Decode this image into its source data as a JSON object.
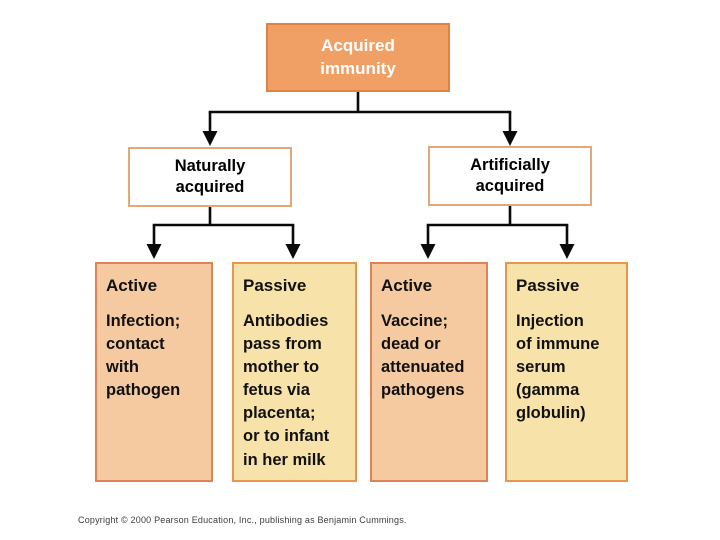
{
  "colors": {
    "root-fill": "#F0A064",
    "root-border": "#E08244",
    "root-text": "#FFFFFF",
    "branch-fill": "#FFFFFF",
    "branch-border": "#E2A878",
    "active-fill": "#F5CAA0",
    "active-border": "#DE8258",
    "passive-fill": "#F7E2AA",
    "passive-border": "#E8964C",
    "line": "#0A0A0A"
  },
  "diagram": {
    "root": {
      "label": "Acquired\nimmunity"
    },
    "branches": [
      {
        "label": "Naturally\nacquired"
      },
      {
        "label": "Artificially\nacquired"
      }
    ],
    "leaves": [
      {
        "heading": "Active",
        "body": "Infection;\ncontact\nwith\npathogen",
        "variant": "active"
      },
      {
        "heading": "Passive",
        "body": "Antibodies\npass from\nmother to\nfetus via\nplacenta;\nor to infant\nin her milk",
        "variant": "passive"
      },
      {
        "heading": "Active",
        "body": "Vaccine;\ndead or\nattenuated\npathogens",
        "variant": "active"
      },
      {
        "heading": "Passive",
        "body": "Injection\nof immune\nserum\n(gamma\nglobulin)",
        "variant": "passive"
      }
    ]
  },
  "footer": {
    "copyright": "Copyright © 2000 Pearson Education, Inc., publishing as Benjamin Cummings."
  }
}
